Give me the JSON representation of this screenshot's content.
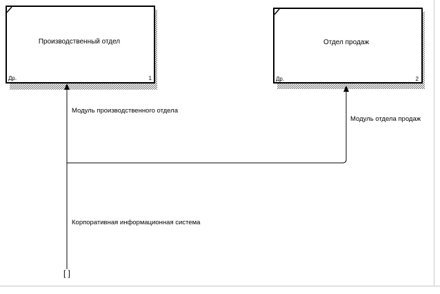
{
  "diagram": {
    "boxes": [
      {
        "title": "Производственный отдел",
        "ref": "Др.",
        "number": "1"
      },
      {
        "title": "Отдел продаж",
        "ref": "Др.",
        "number": "2"
      }
    ],
    "arrows": [
      {
        "label": "Модуль производственного отдела"
      },
      {
        "label": "Модуль отдела продаж"
      },
      {
        "label": "Корпоративная информационная система"
      }
    ],
    "tunnel_marker": "[ ]"
  }
}
